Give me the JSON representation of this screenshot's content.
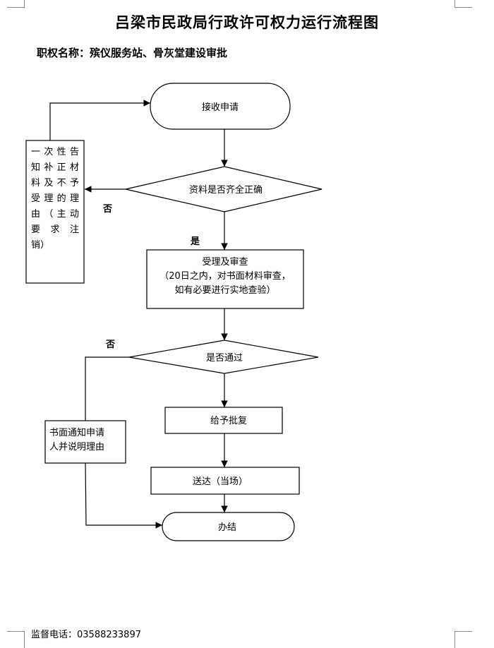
{
  "page": {
    "title": "吕梁市民政局行政许可权力运行流程图",
    "subtitle": "职权名称：殡仪服务站、骨灰堂建设审批",
    "footer": "监督电话：03588233897"
  },
  "flow": {
    "start": "接收申请",
    "check_docs": "资料是否齐全正确",
    "no_label_1": "否",
    "yes_label": "是",
    "review": {
      "line1": "受理及审查",
      "line2": "（20日之内，对书面材料审查，",
      "line3": "如有必要进行实地查验）"
    },
    "notice_box": {
      "lines": [
        "一次性告",
        "知补正材",
        "料及不予",
        "受理的理",
        "由（主动",
        "要 求 注",
        "销）"
      ]
    },
    "approved_question": "是否通过",
    "no_label_2": "否",
    "reject_box": {
      "lines": [
        "书面通知申请",
        "人并说明理由"
      ]
    },
    "grant": "给予批复",
    "deliver": "送达（当场）",
    "end": "办结"
  }
}
